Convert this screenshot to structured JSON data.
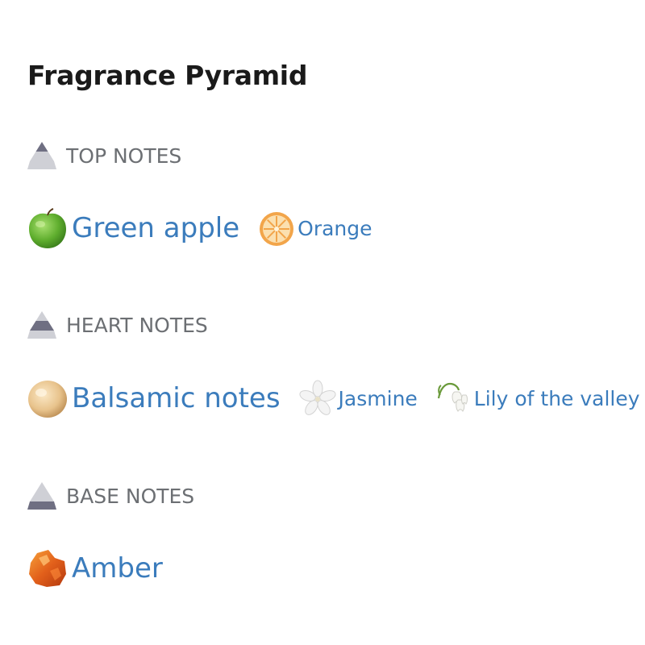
{
  "header": {
    "title": "Fragrance Pyramid"
  },
  "colors": {
    "link": "#3b7cbc",
    "section_label": "#6c6f73",
    "pyramid_light": "#cfd0d6",
    "pyramid_dark": "#6f6f82"
  },
  "sections": [
    {
      "label": "TOP NOTES",
      "icon": "pyramid-top-icon",
      "notes": [
        {
          "name": "Green apple",
          "icon": "green-apple-icon",
          "size": "large"
        },
        {
          "name": "Orange",
          "icon": "orange-slice-icon",
          "size": "small"
        }
      ]
    },
    {
      "label": "HEART NOTES",
      "icon": "pyramid-middle-icon",
      "notes": [
        {
          "name": "Balsamic notes",
          "icon": "balsamic-resin-icon",
          "size": "large"
        },
        {
          "name": "Jasmine",
          "icon": "jasmine-flower-icon",
          "size": "small"
        },
        {
          "name": "Lily of the valley",
          "icon": "lily-of-the-valley-icon",
          "size": "small"
        }
      ]
    },
    {
      "label": "BASE NOTES",
      "icon": "pyramid-base-icon",
      "notes": [
        {
          "name": "Amber",
          "icon": "amber-stone-icon",
          "size": "large"
        }
      ]
    }
  ]
}
